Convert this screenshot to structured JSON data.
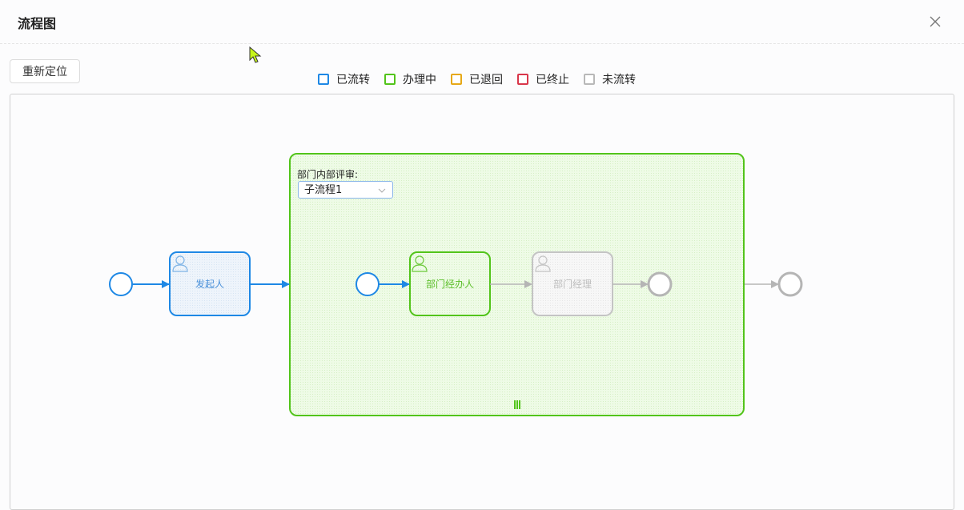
{
  "header": {
    "title": "流程图",
    "close_icon": "close-icon"
  },
  "toolbar": {
    "relocate_label": "重新定位"
  },
  "legend": [
    {
      "label": "已流转",
      "color": "#1e88e5"
    },
    {
      "label": "办理中",
      "color": "#52c41a"
    },
    {
      "label": "已退回",
      "color": "#e6a817"
    },
    {
      "label": "已终止",
      "color": "#d9364a"
    },
    {
      "label": "未流转",
      "color": "#b8b8b8"
    }
  ],
  "diagram": {
    "subprocess": {
      "label": "部门内部评审:",
      "selected": "子流程1",
      "status_color": "#52c41a"
    },
    "nodes": {
      "initiator": "发起人",
      "dept_handler": "部门经办人",
      "dept_manager": "部门经理"
    }
  }
}
